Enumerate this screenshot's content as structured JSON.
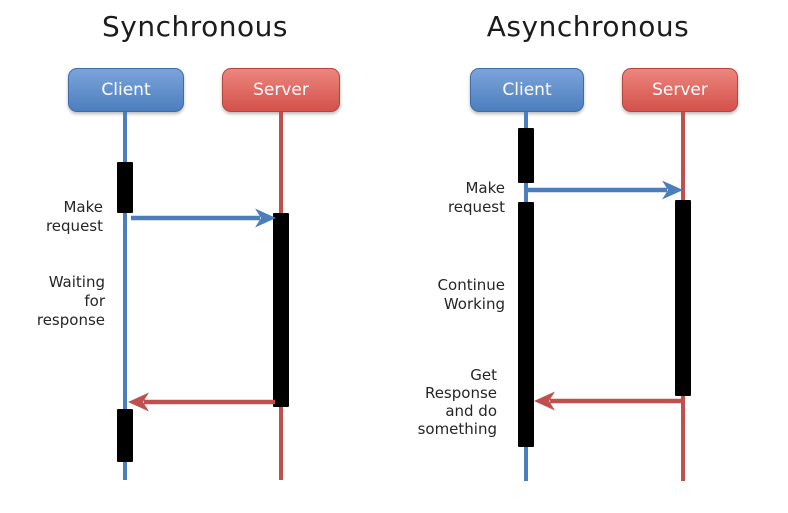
{
  "colors": {
    "client_box_top": "#7ca4db",
    "client_box_bottom": "#4c7ebe",
    "client_box_border": "#3f6ca8",
    "server_box_top": "#ec867e",
    "server_box_bottom": "#d4514b",
    "server_box_border": "#b5443f",
    "arrow_blue": "#4a7ebd",
    "arrow_red": "#c0504d",
    "activation_black": "#000000"
  },
  "diagrams": {
    "sync": {
      "title": "Synchronous",
      "client_label": "Client",
      "server_label": "Server",
      "steps": {
        "make_request": "Make\nrequest",
        "waiting": "Waiting\nfor\nresponse"
      }
    },
    "async": {
      "title": "Asynchronous",
      "client_label": "Client",
      "server_label": "Server",
      "steps": {
        "make_request": "Make\nrequest",
        "continue_working": "Continue\nWorking",
        "get_response": "Get\nResponse\nand do\nsomething"
      }
    }
  }
}
